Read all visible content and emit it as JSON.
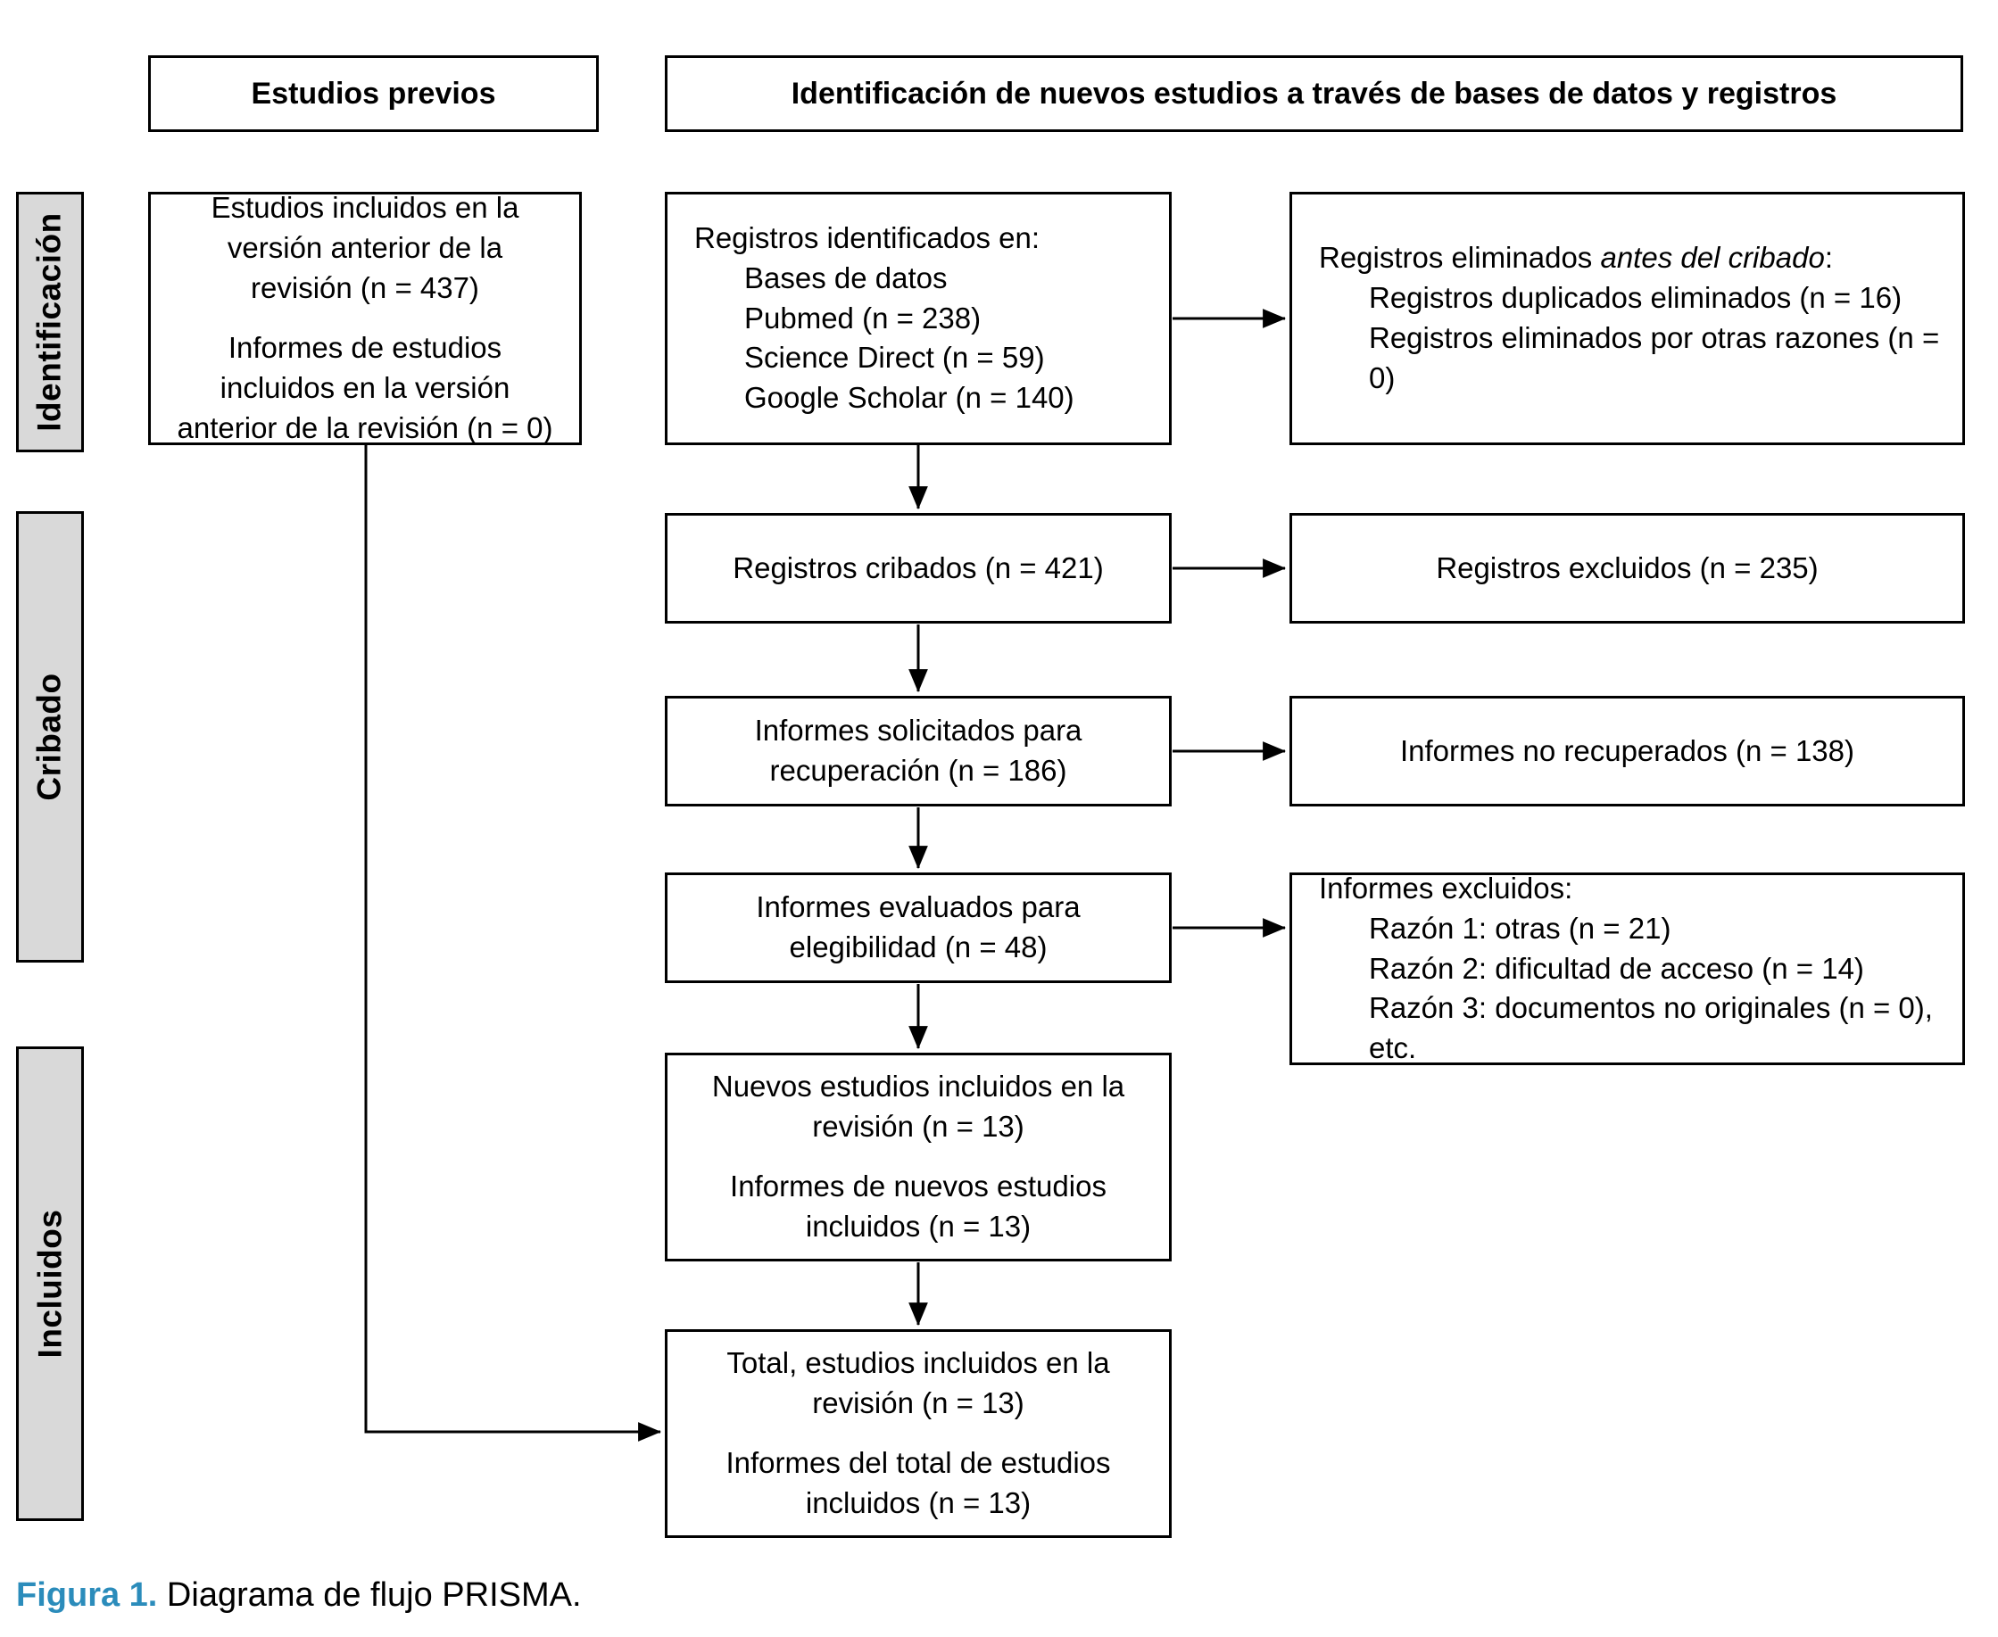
{
  "headers": {
    "previous": "Estudios previos",
    "identification": "Identificación de nuevos estudios a través de bases de datos y registros"
  },
  "stages": {
    "identification": "Identificación",
    "screening": "Cribado",
    "included": "Incluidos"
  },
  "boxes": {
    "previous_studies": {
      "p1": "Estudios incluidos en la versión anterior de la revisión (n = 437)",
      "p2": "Informes de estudios incluidos en la versión anterior de la revisión (n = 0)"
    },
    "records_identified": {
      "title": "Registros identificados en:",
      "items": [
        "Bases de datos",
        "Pubmed (n = 238)",
        "Science Direct (n = 59)",
        "Google Scholar (n = 140)"
      ]
    },
    "records_removed": {
      "prefix": "Registros eliminados ",
      "italic": "antes del cribado",
      "suffix": ":",
      "items": [
        "Registros duplicados eliminados (n = 16)",
        "Registros eliminados por otras razones (n = 0)"
      ]
    },
    "records_screened": "Registros cribados (n = 421)",
    "records_excluded": "Registros excluidos (n = 235)",
    "reports_sought": "Informes solicitados para recuperación (n = 186)",
    "reports_not_retrieved": "Informes no recuperados (n = 138)",
    "reports_assessed": "Informes evaluados para elegibilidad (n = 48)",
    "reports_excluded": {
      "title": "Informes excluidos:",
      "items": [
        "Razón 1: otras (n = 21)",
        "Razón 2: dificultad de acceso (n = 14)",
        "Razón 3: documentos no originales (n = 0), etc."
      ]
    },
    "new_studies": {
      "p1": "Nuevos estudios incluidos en la revisión (n = 13)",
      "p2": "Informes de nuevos estudios incluidos (n = 13)"
    },
    "total_studies": {
      "p1": "Total, estudios incluidos en la revisión (n = 13)",
      "p2": "Informes del total de estudios incluidos (n = 13)"
    }
  },
  "caption": {
    "label": "Figura 1.",
    "text": " Diagrama de flujo PRISMA."
  },
  "colors": {
    "caption_accent": "#2b8cbb",
    "stage_fill": "#d9d9d9",
    "line": "#000000"
  }
}
